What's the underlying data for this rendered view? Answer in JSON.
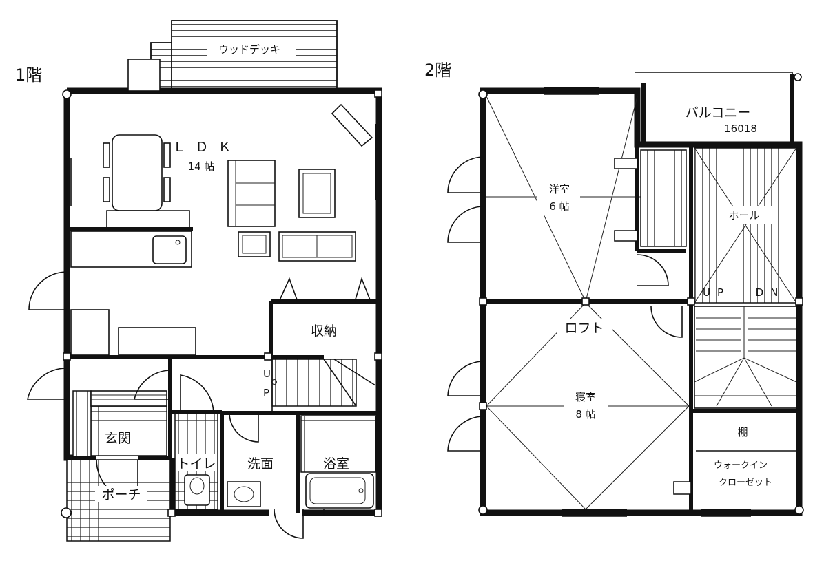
{
  "floors": {
    "first": {
      "title": "1階",
      "rooms": {
        "deck": "ウッドデッキ",
        "ldk": "ＬＤＫ",
        "ldk_area": "14 帖",
        "storage": "収納",
        "entrance": "玄関",
        "toilet": "トイレ",
        "washroom": "洗面",
        "bathroom": "浴室",
        "porch": "ポーチ",
        "up_u": "U",
        "up_p": "P"
      }
    },
    "second": {
      "title": "2階",
      "rooms": {
        "balcony": "バルコニー",
        "balcony_note": "16018",
        "western_room": "洋室",
        "western_area": "6 帖",
        "hall": "ホール",
        "loft": "ロフト",
        "bedroom": "寝室",
        "bedroom_area": "8 帖",
        "shelf": "棚",
        "walkin_1": "ウォークイン",
        "walkin_2": "クローゼット",
        "up": "UP",
        "down": "DN"
      }
    }
  }
}
